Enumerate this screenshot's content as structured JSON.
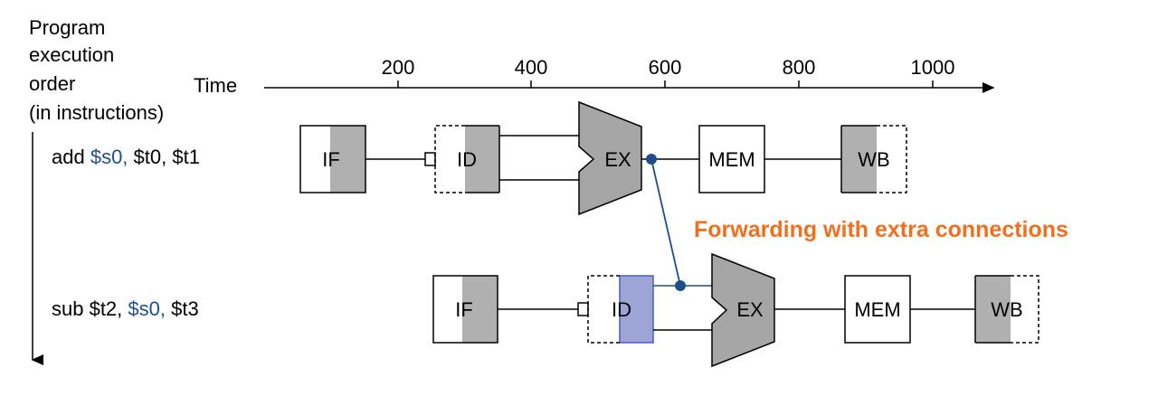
{
  "axis": {
    "order_label_lines": [
      "Program",
      "execution",
      "order",
      "(in instructions)"
    ],
    "time_label": "Time",
    "ticks": [
      "200",
      "400",
      "600",
      "800",
      "1000"
    ]
  },
  "instructions": [
    {
      "parts": [
        {
          "t": "add ",
          "hl": false
        },
        {
          "t": "$s0,",
          "hl": true
        },
        {
          "t": " $t0, $t1",
          "hl": false
        }
      ]
    },
    {
      "parts": [
        {
          "t": "sub $t2, ",
          "hl": false
        },
        {
          "t": "$s0,",
          "hl": true
        },
        {
          "t": " $t3",
          "hl": false
        }
      ]
    }
  ],
  "stages": {
    "if": "IF",
    "id": "ID",
    "ex": "EX",
    "mem": "MEM",
    "wb": "WB"
  },
  "annotation": "Forwarding with extra connections",
  "colors": {
    "register_highlight": "#1f4e8c",
    "annotation": "#f07020",
    "shade": "#b0b0b0",
    "alu": "#a6a6a6",
    "forward_line": "#1f4e8c",
    "id_forward_shade": "#9da4d6"
  }
}
